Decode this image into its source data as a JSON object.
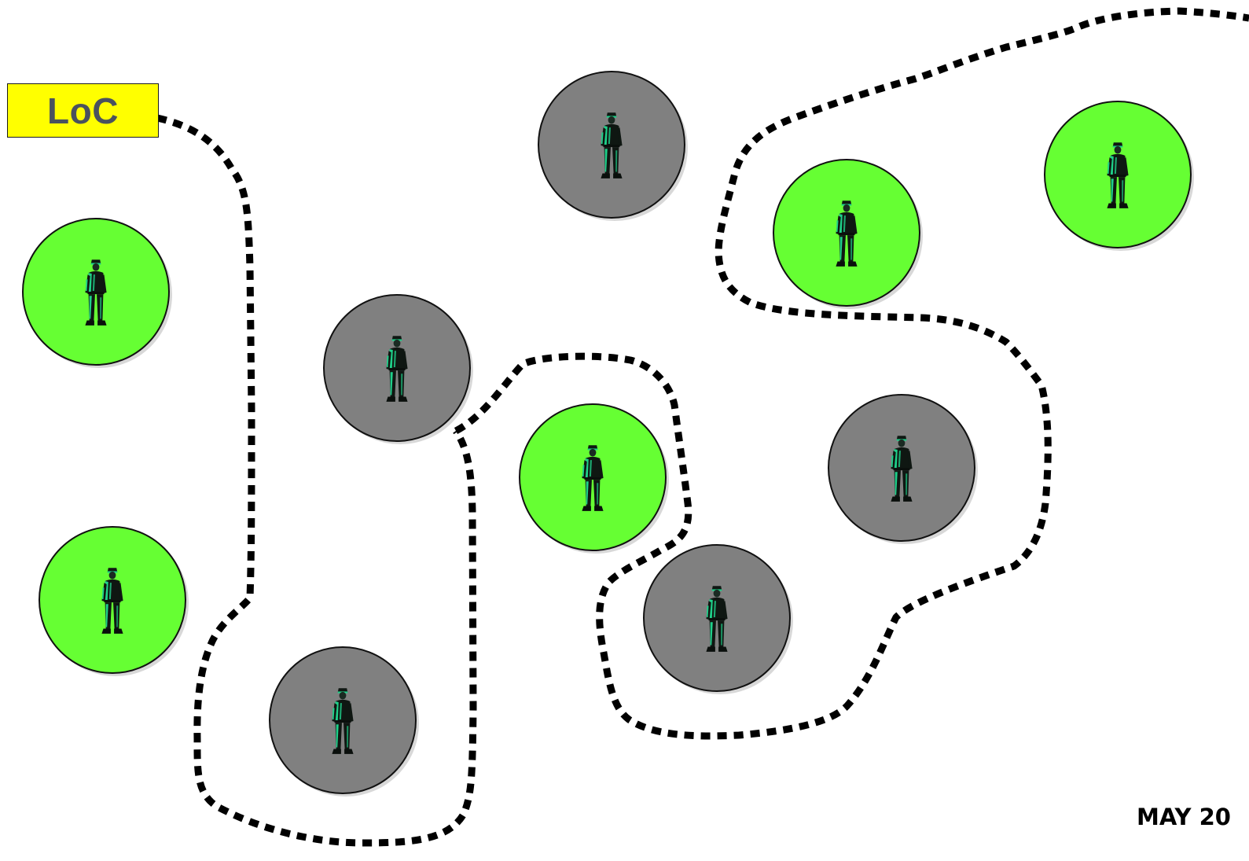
{
  "label": {
    "text": "LoC"
  },
  "footer": {
    "date": "MAY 20"
  },
  "colors": {
    "friendly": "#66ff33",
    "neutral": "#808080",
    "label_fill": "#ffff00",
    "label_text": "#4a525e",
    "boundary": "#000000",
    "soldier": "#0f1712",
    "soldier_highlight": "#1fd08a"
  },
  "markers": [
    {
      "id": "marker-1",
      "status": "friendly",
      "icon": "soldier-icon"
    },
    {
      "id": "marker-2",
      "status": "friendly",
      "icon": "soldier-icon"
    },
    {
      "id": "marker-3",
      "status": "neutral",
      "icon": "soldier-icon"
    },
    {
      "id": "marker-4",
      "status": "neutral",
      "icon": "soldier-icon"
    },
    {
      "id": "marker-5",
      "status": "friendly",
      "icon": "soldier-icon"
    },
    {
      "id": "marker-6",
      "status": "neutral",
      "icon": "soldier-icon"
    },
    {
      "id": "marker-7",
      "status": "neutral",
      "icon": "soldier-icon"
    },
    {
      "id": "marker-8",
      "status": "friendly",
      "icon": "soldier-icon"
    },
    {
      "id": "marker-9",
      "status": "neutral",
      "icon": "soldier-icon"
    },
    {
      "id": "marker-10",
      "status": "friendly",
      "icon": "soldier-icon"
    }
  ]
}
